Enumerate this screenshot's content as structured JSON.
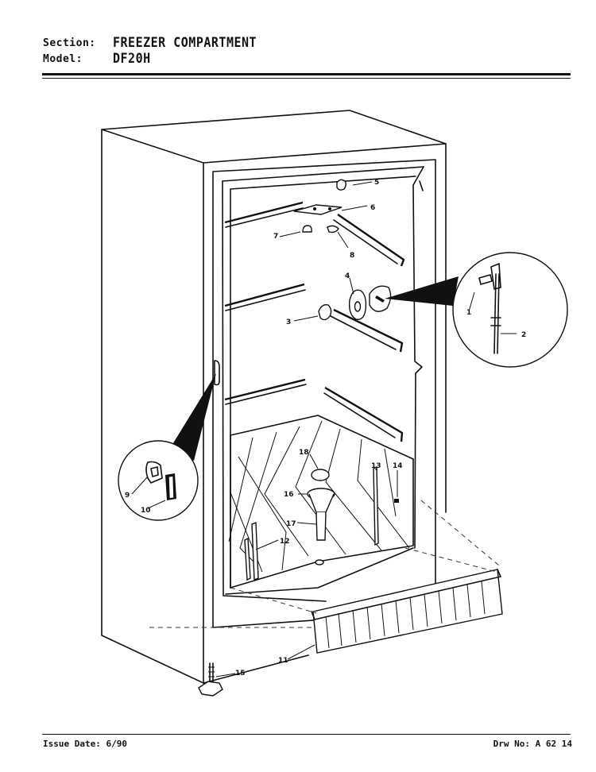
{
  "header": {
    "section_label": "Section:",
    "section_value": "FREEZER COMPARTMENT",
    "model_label": "Model:",
    "model_value": "DF20H"
  },
  "footer": {
    "issue_date": "Issue Date: 6/90",
    "drawing_number": "Drw No: A 62 14"
  },
  "callouts": {
    "c1": "1",
    "c2": "2",
    "c3": "3",
    "c4": "4",
    "c5": "5",
    "c6": "6",
    "c7": "7",
    "c8": "8",
    "c9": "9",
    "c10": "10",
    "c11": "11",
    "c12": "12",
    "c13": "13",
    "c14": "14",
    "c15": "15",
    "c16": "16",
    "c17": "17",
    "c18": "18"
  }
}
